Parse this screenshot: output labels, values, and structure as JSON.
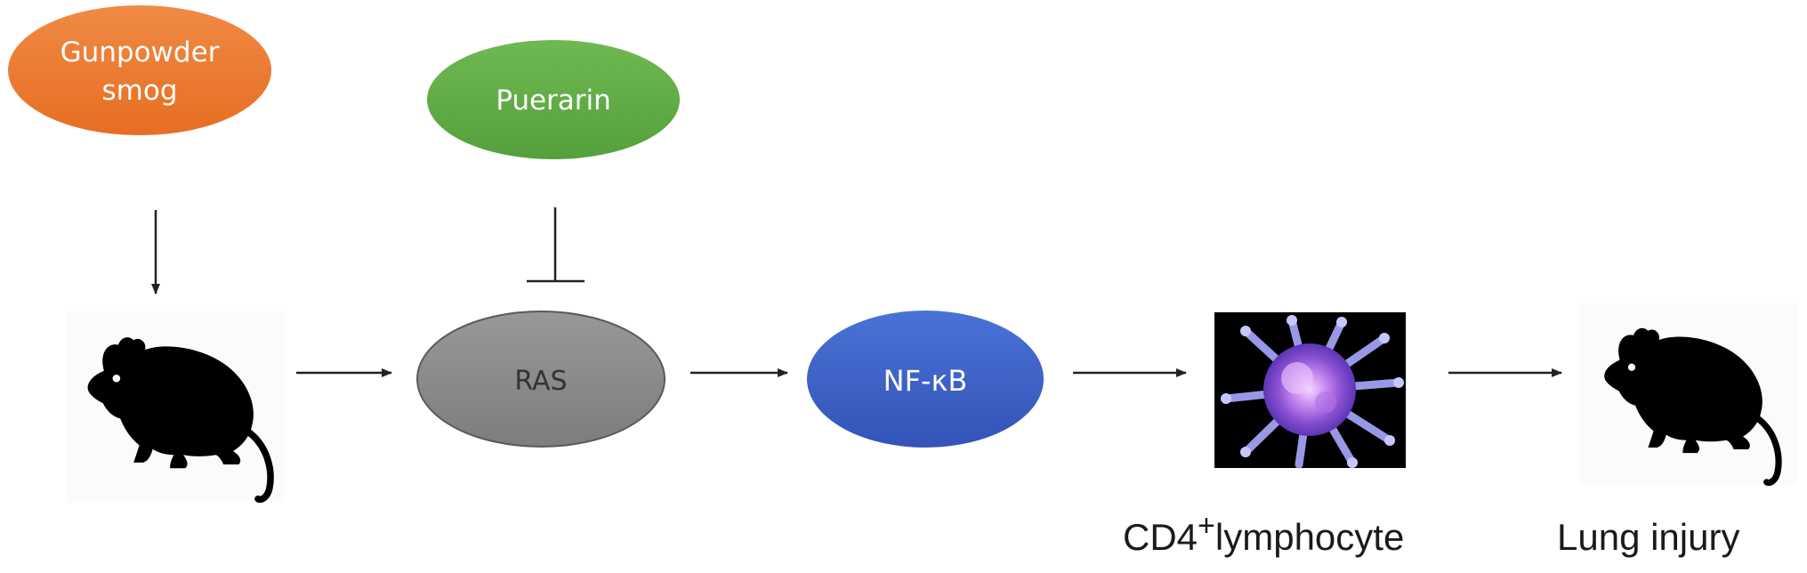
{
  "nodes": {
    "gunpowder_smog": {
      "line1": "Gunpowder",
      "line2": "smog",
      "color": "#ee7d34"
    },
    "puerarin": {
      "label": "Puerarin",
      "color": "#62ad47"
    },
    "ras": {
      "label": "RAS",
      "color": "#8a8a8a"
    },
    "nfkb": {
      "label": "NF-κB",
      "color": "#3d63c7"
    }
  },
  "captions": {
    "lymphocyte_main": "CD4",
    "lymphocyte_sup": "+",
    "lymphocyte_rest": "lymphocyte",
    "lung_injury": "Lung injury"
  },
  "icons": {
    "rat_start": "rat-silhouette-icon",
    "lymphocyte": "lymphocyte-cell-image",
    "rat_end": "rat-silhouette-icon"
  },
  "colors": {
    "arrow": "#222222",
    "text_on_node": "#ffffff",
    "ras_text": "#333333",
    "caption": "#1a1a1a"
  }
}
